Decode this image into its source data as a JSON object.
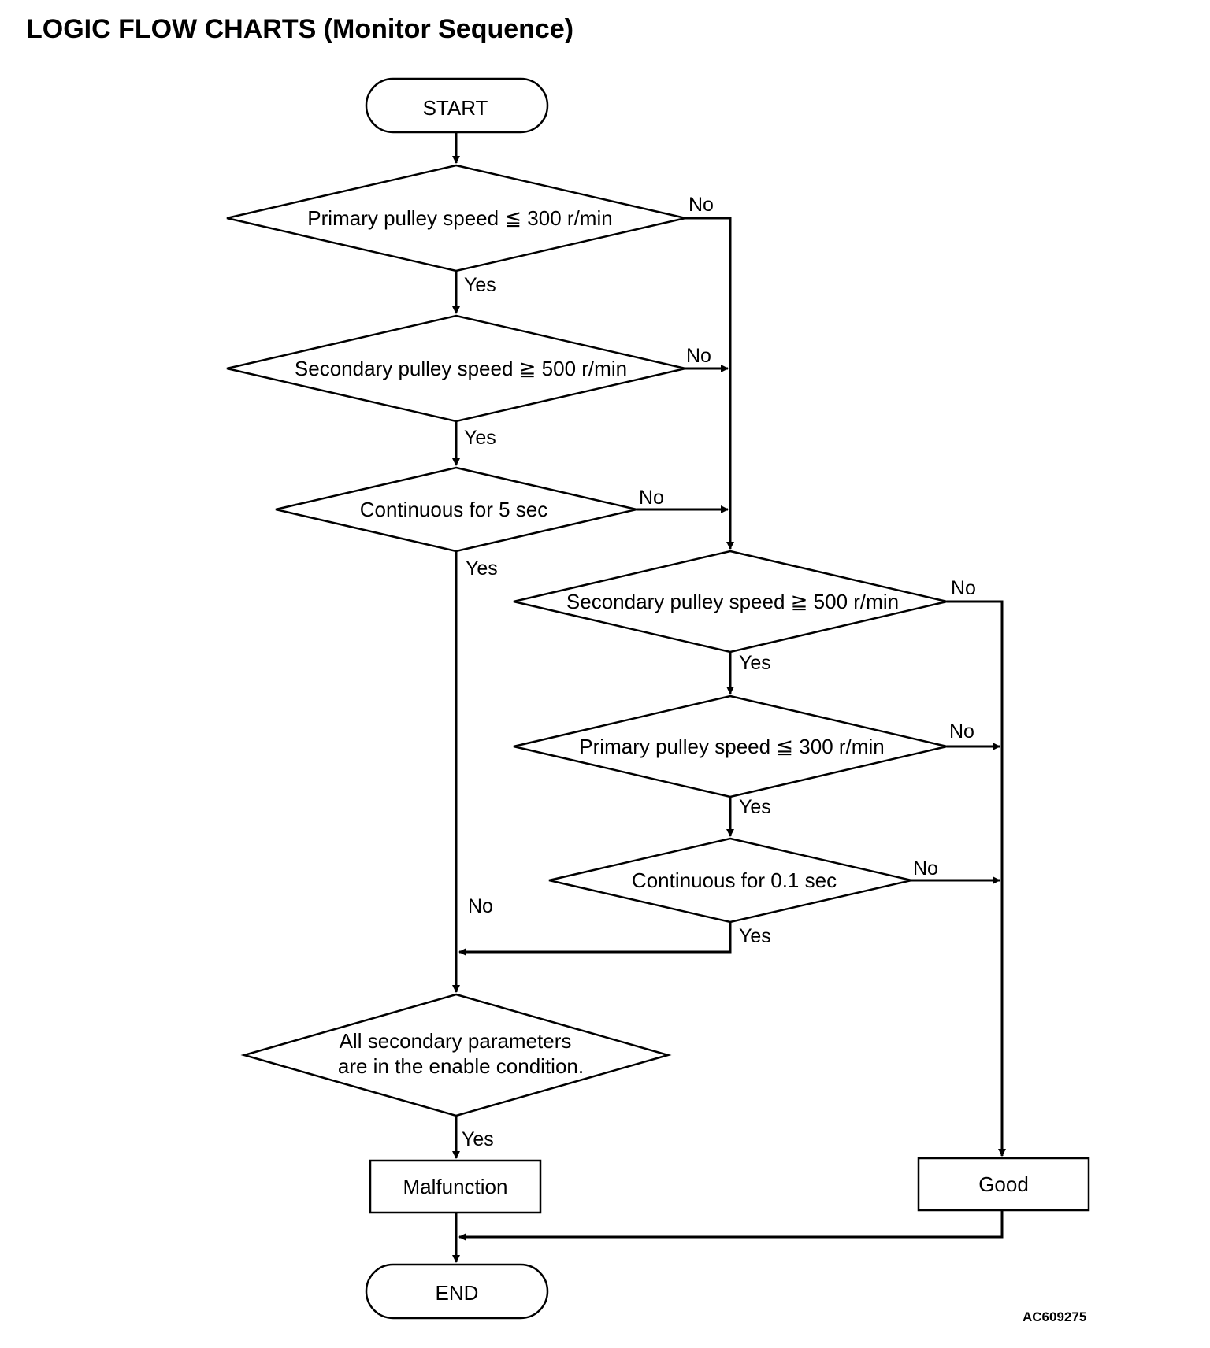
{
  "title": "LOGIC FLOW CHARTS (Monitor Sequence)",
  "figure_id": "AC609275",
  "nodes": {
    "start": "START",
    "d1": "Primary pulley speed ≦ 300 r/min",
    "d2": "Secondary pulley speed ≧ 500 r/min",
    "d3": "Continuous for 5 sec",
    "d4": "Secondary pulley speed ≧ 500 r/min",
    "d5": "Primary pulley speed ≦ 300 r/min",
    "d6": "Continuous for 0.1 sec",
    "d7_line1": "All secondary parameters",
    "d7_line2": "are in the enable condition.",
    "malfunction": "Malfunction",
    "good": "Good",
    "end": "END"
  },
  "edge_labels": {
    "yes": "Yes",
    "no": "No"
  }
}
